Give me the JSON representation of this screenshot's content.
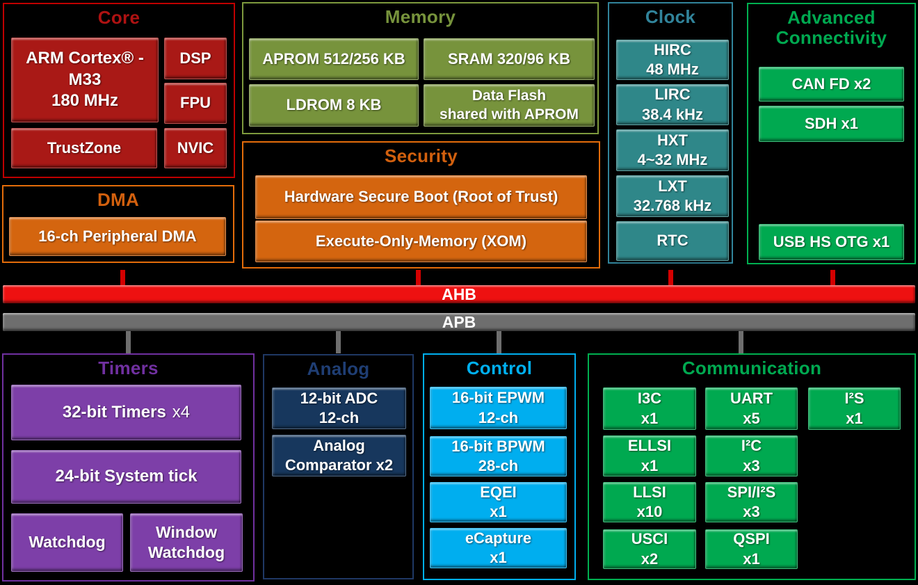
{
  "buses": {
    "ahb": {
      "label": "AHB",
      "color": "#EE1111"
    },
    "apb": {
      "label": "APB",
      "color": "#6E6E6E"
    }
  },
  "colors": {
    "core_fill": "#A91916",
    "core_border": "#C00000",
    "orange_fill": "#D4650F",
    "orange_border": "#E36C0A",
    "olive_fill": "#77933C",
    "olive_border": "#7E9A3D",
    "teal_fill": "#2F8789",
    "teal_border": "#31849B",
    "green_fill": "#00A950",
    "green_border": "#00B050",
    "purple_fill": "#7D3FA8",
    "purple_border": "#7030A0",
    "navy_fill": "#17375D",
    "navy_border": "#1F3864",
    "cyan_fill": "#00AEEF",
    "cyan_border": "#00B0F0",
    "block_text": "#FFFFFF"
  },
  "sections": {
    "core": {
      "title": "Core",
      "blocks": {
        "arm": {
          "lines": [
            "ARM Cortex® -",
            "M33",
            "180 MHz"
          ]
        },
        "dsp": {
          "label": "DSP"
        },
        "fpu": {
          "label": "FPU"
        },
        "trustzone": {
          "label": "TrustZone"
        },
        "nvic": {
          "label": "NVIC"
        }
      }
    },
    "dma": {
      "title": "DMA",
      "blocks": {
        "pdma": {
          "label": "16-ch Peripheral DMA"
        }
      }
    },
    "memory": {
      "title": "Memory",
      "blocks": {
        "aprom": {
          "label": "APROM 512/256 KB"
        },
        "sram": {
          "label": "SRAM 320/96 KB"
        },
        "ldrom": {
          "label": "LDROM 8 KB"
        },
        "dataflash": {
          "lines": [
            "Data Flash",
            "shared with APROM"
          ]
        }
      }
    },
    "security": {
      "title": "Security",
      "blocks": {
        "secure_boot": {
          "label": "Hardware Secure Boot (Root of Trust)"
        },
        "xom": {
          "label": "Execute-Only-Memory (XOM)"
        }
      }
    },
    "clock": {
      "title": "Clock",
      "blocks": {
        "hirc": {
          "lines": [
            "HIRC",
            "48 MHz"
          ]
        },
        "lirc": {
          "lines": [
            "LIRC",
            "38.4 kHz"
          ]
        },
        "hxt": {
          "lines": [
            "HXT",
            "4~32 MHz"
          ]
        },
        "lxt": {
          "lines": [
            "LXT",
            "32.768 kHz"
          ]
        },
        "rtc": {
          "label": "RTC"
        }
      }
    },
    "adv_connectivity": {
      "title_lines": [
        "Advanced",
        "Connectivity"
      ],
      "blocks": {
        "canfd": {
          "label": "CAN FD x2"
        },
        "sdh": {
          "label": "SDH x1"
        },
        "usb_hs_otg": {
          "label": "USB HS OTG x1"
        }
      }
    },
    "timers": {
      "title": "Timers",
      "blocks": {
        "timers32": {
          "main": "32-bit Timers",
          "count": "x4"
        },
        "systick": {
          "label": "24-bit System tick"
        },
        "watchdog": {
          "label": "Watchdog"
        },
        "window_watchdog": {
          "lines": [
            "Window",
            "Watchdog"
          ]
        }
      }
    },
    "analog": {
      "title": "Analog",
      "blocks": {
        "adc": {
          "lines": [
            "12-bit ADC",
            "12-ch"
          ]
        },
        "comparator": {
          "lines": [
            "Analog",
            "Comparator x2"
          ]
        }
      }
    },
    "control": {
      "title": "Control",
      "blocks": {
        "epwm": {
          "lines": [
            "16-bit EPWM",
            "12-ch"
          ]
        },
        "bpwm": {
          "lines": [
            "16-bit BPWM",
            "28-ch"
          ]
        },
        "eqei": {
          "lines": [
            "EQEI",
            "x1"
          ]
        },
        "ecapture": {
          "lines": [
            "eCapture",
            "x1"
          ]
        }
      }
    },
    "communication": {
      "title": "Communication",
      "blocks": {
        "i3c": {
          "lines": [
            "I3C",
            "x1"
          ]
        },
        "uart": {
          "lines": [
            "UART",
            "x5"
          ]
        },
        "i2s": {
          "lines": [
            "I²S",
            "x1"
          ]
        },
        "ellsi": {
          "lines": [
            "ELLSI",
            "x1"
          ]
        },
        "i2c": {
          "lines": [
            "I²C",
            "x3"
          ]
        },
        "llsi": {
          "lines": [
            "LLSI",
            "x10"
          ]
        },
        "spi_i2s": {
          "lines": [
            "SPI/I²S",
            "x3"
          ]
        },
        "usci": {
          "lines": [
            "USCI",
            "x2"
          ]
        },
        "qspi": {
          "lines": [
            "QSPI",
            "x1"
          ]
        }
      }
    }
  }
}
